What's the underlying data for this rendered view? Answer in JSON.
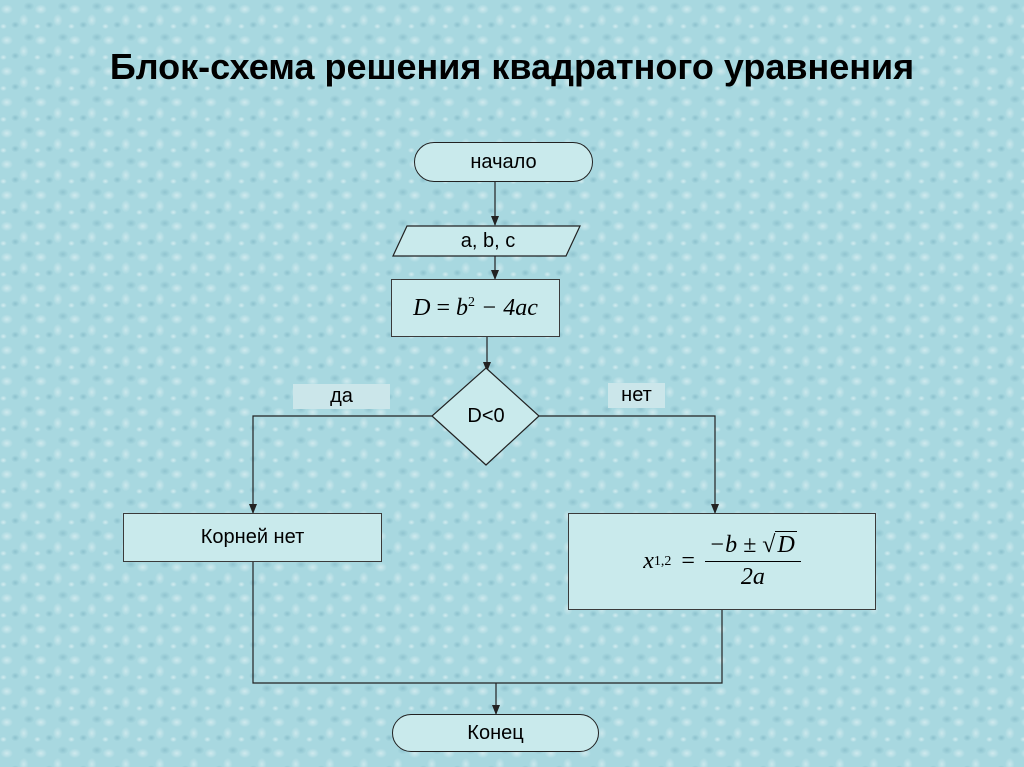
{
  "title": "Блок-схема решения квадратного уравнения",
  "nodes": {
    "start": "начало",
    "input": "a, b, c",
    "discriminant": {
      "lhs": "D",
      "eq": " = ",
      "b": "b",
      "exp": "2",
      "rest": " − 4ac"
    },
    "condition": "D<0",
    "no_roots": "Корней нет",
    "roots": {
      "x": "x",
      "sub": "1,2",
      "eq": "=",
      "numerator": "−b ± ",
      "sqrt_arg": "D",
      "denominator": "2a"
    },
    "end": "Конец"
  },
  "branch_labels": {
    "yes": "да",
    "no": "нет"
  }
}
